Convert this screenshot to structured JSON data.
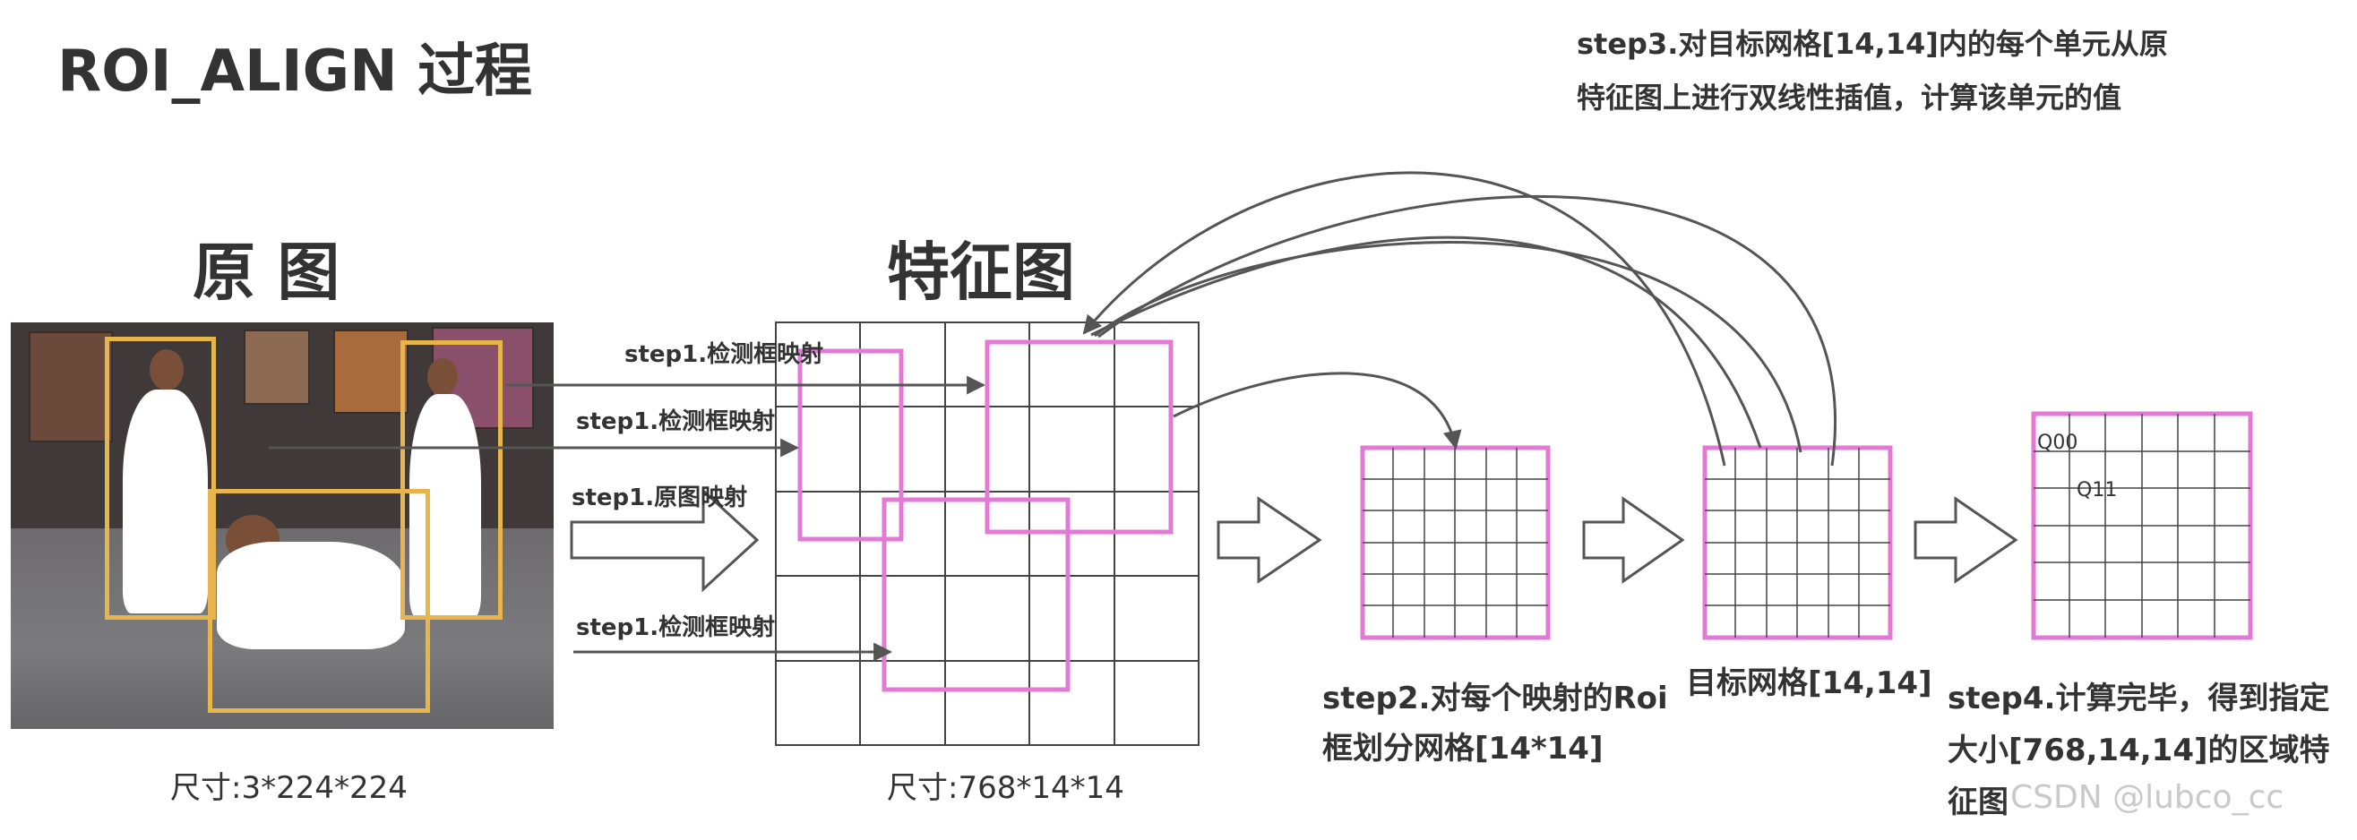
{
  "title": "ROI_ALIGN 过程",
  "labels": {
    "original": "原 图",
    "feature": "特征图",
    "orig_size": "尺寸:3*224*224",
    "feat_size": "尺寸:768*14*14",
    "step1_a": "step1.检测框映射",
    "step1_b": "step1.检测框映射",
    "step1_c": "step1.原图映射",
    "step1_d": "step1.检测框映射",
    "step2_line1": "step2.对每个映射的Roi",
    "step2_line2": "框划分网格[14*14]",
    "target_grid": "目标网格[14,14]",
    "step3_line1": "step3.对目标网格[14,14]内的每个单元从原",
    "step3_line2": "特征图上进行双线性插值，计算该单元的值",
    "step4_line1": "step4.计算完毕，得到指定",
    "step4_line2": "大小[768,14,14]的区域特",
    "step4_line3": "征图",
    "q00": "Q00",
    "q11": "Q11",
    "watermark": "CSDN @lubco_cc"
  },
  "colors": {
    "yellow_box": "#e8b54a",
    "pink_box": "#e07ad6",
    "line": "#555555",
    "grid": "#444444"
  }
}
